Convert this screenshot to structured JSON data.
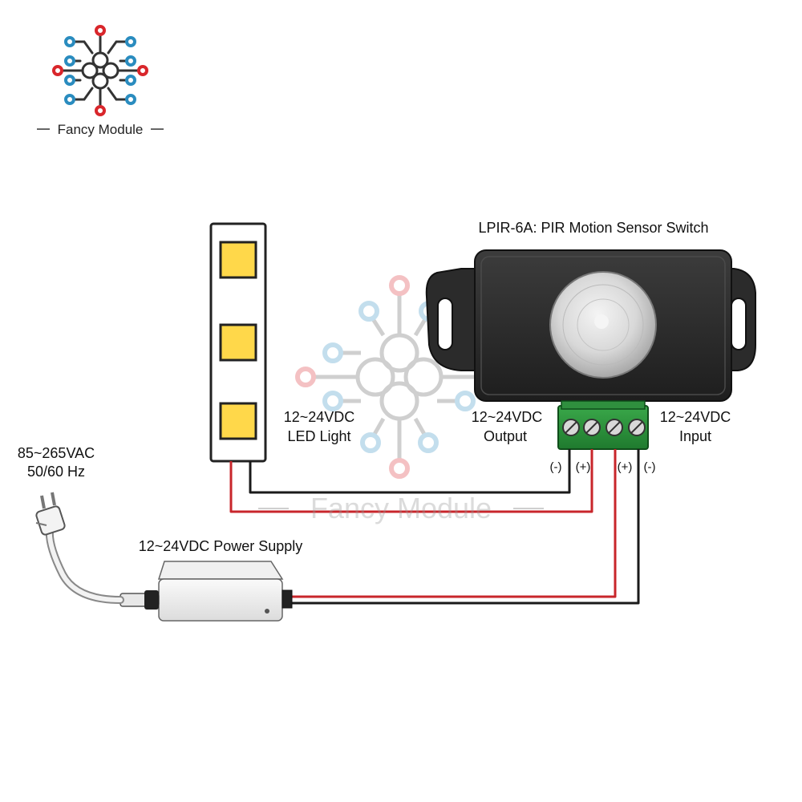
{
  "brand": {
    "name": "Fancy Module",
    "colors": {
      "red": "#d9262b",
      "blue": "#2a8cbf",
      "dark": "#333333"
    }
  },
  "sensor": {
    "title": "LPIR-6A: PIR Motion Sensor Switch",
    "output_label_1": "12~24VDC",
    "output_label_2": "Output",
    "input_label_1": "12~24VDC",
    "input_label_2": "Input",
    "terminal_labels": [
      "(-)",
      "(+)",
      "(+)",
      "(-)"
    ]
  },
  "led": {
    "label_1": "12~24VDC",
    "label_2": "LED Light",
    "color": "#ffd84a"
  },
  "power_supply": {
    "label": "12~24VDC Power Supply"
  },
  "ac_input": {
    "label_1": "85~265VAC",
    "label_2": "50/60 Hz"
  },
  "watermark": {
    "text": "Fancy Module"
  },
  "wire_colors": {
    "positive": "#c8262b",
    "negative": "#1a1a1a"
  }
}
